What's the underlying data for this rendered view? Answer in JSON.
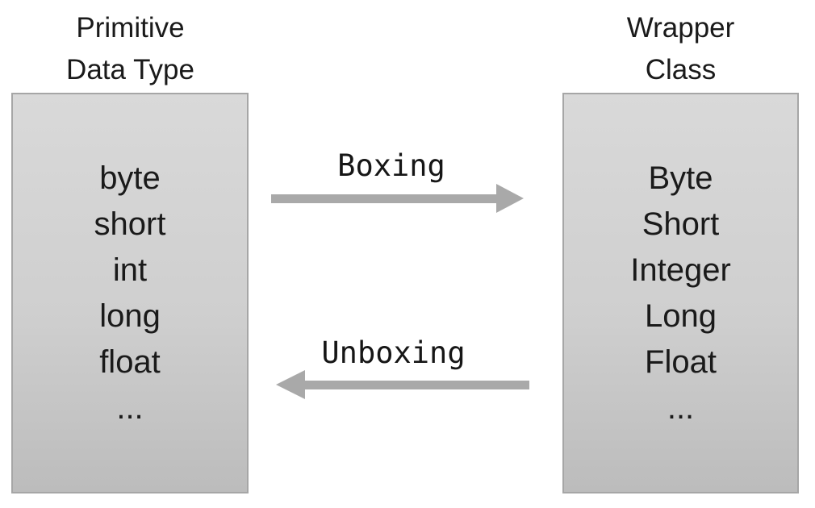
{
  "diagram": {
    "left_panel": {
      "title": "Primitive\nData Type",
      "items": [
        "byte",
        "short",
        "int",
        "long",
        "float",
        "..."
      ]
    },
    "right_panel": {
      "title": "Wrapper\nClass",
      "items": [
        "Byte",
        "Short",
        "Integer",
        "Long",
        "Float",
        "..."
      ]
    },
    "arrows": {
      "boxing": {
        "label": "Boxing",
        "direction": "right"
      },
      "unboxing": {
        "label": "Unboxing",
        "direction": "left"
      }
    },
    "colors": {
      "box_fill_top": "#d9d9d9",
      "box_fill_bottom": "#bcbcbc",
      "box_border": "#a6a6a6",
      "arrow_gray": "#a9a9a9",
      "text": "#1a1a1a"
    }
  }
}
